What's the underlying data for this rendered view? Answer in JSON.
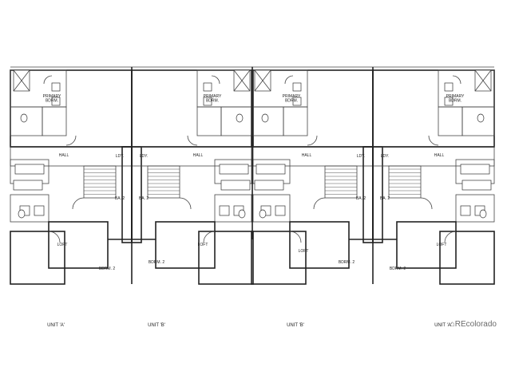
{
  "rooms": {
    "primary_bdrm": "PRIMARY\nBDRM.",
    "hall": "HALL",
    "ldy": "LDY.",
    "ba2": "BA. 2",
    "loft": "LOFT",
    "bdrm2": "BDRM. 2"
  },
  "units": [
    "UNIT 'A'",
    "UNIT 'B'",
    "UNIT 'B'",
    "UNIT 'A'"
  ],
  "watermark": "REcolorado",
  "colors": {
    "line": "#222222",
    "background": "#ffffff"
  }
}
